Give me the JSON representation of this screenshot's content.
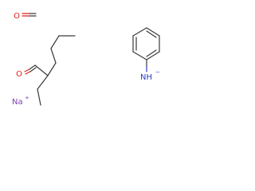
{
  "molecules": {
    "formaldehyde": {
      "oxygen_label": "O"
    },
    "aldehyde": {
      "oxygen_label": "O"
    },
    "anilide": {
      "atom_label": "NH",
      "charge": "−"
    },
    "sodium": {
      "atom_label": "Na",
      "charge": "+"
    }
  },
  "colors": {
    "bond": "#3a3a3a",
    "oxygen": "#e0201a",
    "nitrogen": "#2b3cc8",
    "sodium": "#7b3fb5"
  }
}
